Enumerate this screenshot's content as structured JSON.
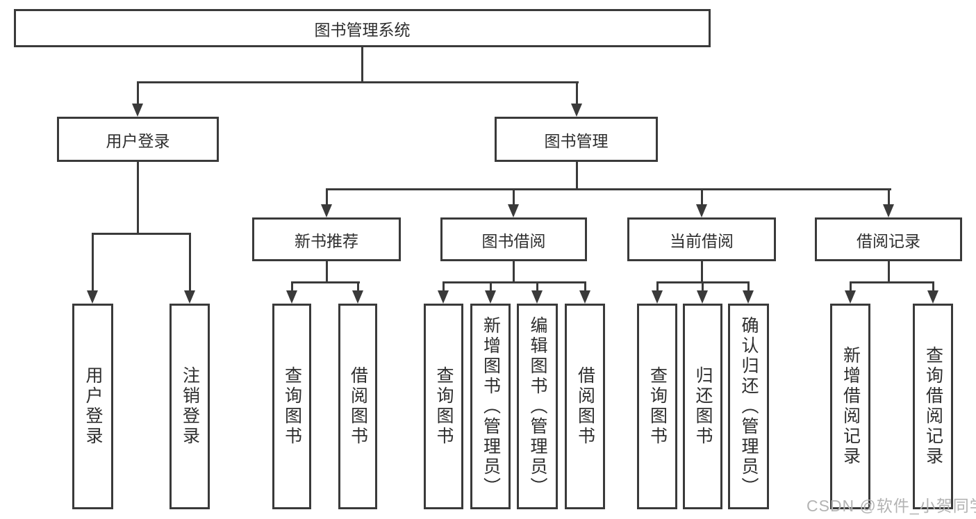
{
  "diagram": {
    "type": "hierarchy-tree",
    "title": "图书管理系统",
    "watermark": "CSDN @软件_小贺同学",
    "colors": {
      "line": "#3a3a3a",
      "box_border": "#3a3a3a",
      "box_fill": "#ffffff",
      "text": "#2e2e2e",
      "watermark": "#b3b3b3",
      "background": "#ffffff"
    },
    "nodes": {
      "root": {
        "label": "图书管理系统"
      },
      "userLogin": {
        "label": "用户登录"
      },
      "bookMgmt": {
        "label": "图书管理"
      },
      "newBookRec": {
        "label": "新书推荐"
      },
      "bookBorrow": {
        "label": "图书借阅"
      },
      "currentBorrow": {
        "label": "当前借阅"
      },
      "borrowRecord": {
        "label": "借阅记录"
      },
      "loginLeaf": {
        "label": "用户登录"
      },
      "logoutLeaf": {
        "label": "注销登录"
      },
      "queryBook1": {
        "label": "查询图书"
      },
      "borrowBook1": {
        "label": "借阅图书"
      },
      "queryBook2": {
        "label": "查询图书"
      },
      "addBook": {
        "label": "新增图书（管理员）"
      },
      "editBook": {
        "label": "编辑图书（管理员）"
      },
      "borrowBook2": {
        "label": "借阅图书"
      },
      "queryBook3": {
        "label": "查询图书"
      },
      "returnBook": {
        "label": "归还图书"
      },
      "confirmReturn": {
        "label": "确认归还（管理员）"
      },
      "addRecord": {
        "label": "新增借阅记录"
      },
      "queryRecord": {
        "label": "查询借阅记录"
      }
    },
    "hierarchy": {
      "图书管理系统": {
        "用户登录": [
          "用户登录",
          "注销登录"
        ],
        "图书管理": {
          "新书推荐": [
            "查询图书",
            "借阅图书"
          ],
          "图书借阅": [
            "查询图书",
            "新增图书（管理员）",
            "编辑图书（管理员）",
            "借阅图书"
          ],
          "当前借阅": [
            "查询图书",
            "归还图书",
            "确认归还（管理员）"
          ],
          "借阅记录": [
            "新增借阅记录",
            "查询借阅记录"
          ]
        }
      }
    }
  }
}
